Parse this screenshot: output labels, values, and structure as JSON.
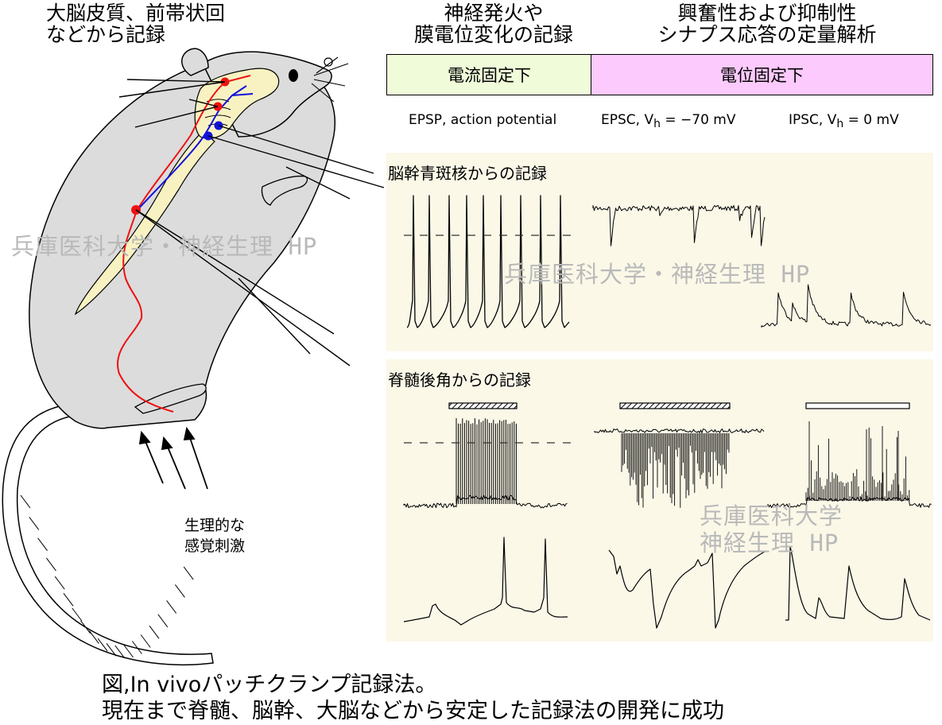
{
  "headings": {
    "cortex_line1": "大脳皮質、前帯状回",
    "cortex_line2": "などから記録",
    "firing_line1": "神経発火や",
    "firing_line2": "膜電位変化の記録",
    "synapse_line1": "興奮性および抑制性",
    "synapse_line2": "シナプス応答の定量解析"
  },
  "modes": {
    "current_clamp": "電流固定下",
    "voltage_clamp": "電位固定下",
    "current_clamp_color": "#effbd9",
    "voltage_clamp_color": "#fccafc"
  },
  "subheads": {
    "epsp": "EPSP, action potential",
    "epsc_prefix": "EPSC, V",
    "epsc_sub": "h",
    "epsc_suffix": " = −70 mV",
    "ipsc_prefix": "IPSC, V",
    "ipsc_sub": "h",
    "ipsc_suffix": " = 0 mV"
  },
  "sections": {
    "brainstem": "脳幹青斑核からの記録",
    "spinal": "脊髄後角からの記録"
  },
  "stimulus_label_line1": "生理的な",
  "stimulus_label_line2": "感覚刺激",
  "watermark_main": "兵庫医科大学・神経生理 HP",
  "watermark_line1": "兵庫医科大学",
  "watermark_line2": "神経生理 HP",
  "caption_line1": "図,In vivoパッチクランプ記録法。",
  "caption_line2": "現在まで脊髄、脳幹、大脳などから安定した記録法の開発に成功",
  "colors": {
    "body": "#dcdcdc",
    "brain": "#f8f2c2",
    "red_pathway": "#ee1111",
    "blue_pathway": "#1111dd",
    "panel_bg": "#fbf8e8"
  }
}
